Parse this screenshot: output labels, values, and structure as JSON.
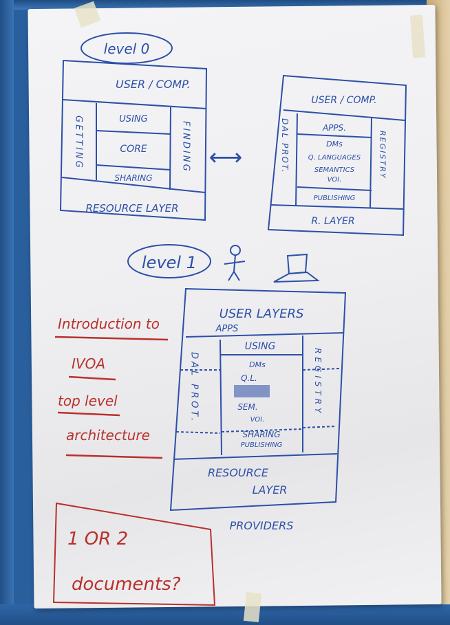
{
  "level0": {
    "title": "level 0",
    "left_diagram": {
      "top": "USER / COMP.",
      "left_column": "GETTING",
      "center_rows": [
        "USING",
        "CORE",
        "SHARING"
      ],
      "right_column": "FINDING",
      "bottom": "RESOURCE LAYER"
    },
    "right_diagram": {
      "top": "USER / COMP.",
      "left_column": "DAL PROT.",
      "center_rows": [
        "APPS.",
        "DMs",
        "Q. LANGUAGES",
        "SEMANTICS",
        "VOI.",
        "PUBLISHING"
      ],
      "right_column": "REGISTRY",
      "bottom": "R. LAYER"
    },
    "arrow": "⟷"
  },
  "level1": {
    "title": "level 1",
    "diagram": {
      "top": "USER LAYERS",
      "apps": "APPS",
      "left_column": "DAL PROT.",
      "center_rows": [
        "USING",
        "DMs",
        "Q.L.",
        "SEM.",
        "VOI.",
        "SHARING",
        "PUBLISHING"
      ],
      "right_column": "REGISTRY",
      "bottom_line1": "RESOURCE",
      "bottom_line2": "LAYER"
    },
    "providers": "PROVIDERS"
  },
  "red_notes": {
    "lines": [
      "Introduction to",
      "IVOA",
      "top level",
      "architecture"
    ]
  },
  "red_box": {
    "line1": "1 OR 2",
    "line2": "documents?"
  },
  "colors": {
    "blue_ink": "#2c4fa8",
    "red_ink": "#b9302c",
    "paper": "#efeff1",
    "wall": "#2a5f9e"
  }
}
